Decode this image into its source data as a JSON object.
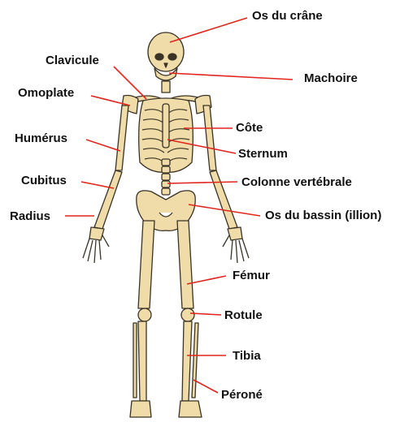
{
  "labels": {
    "skull": "Os du crâne",
    "clavicle": "Clavicule",
    "jaw": "Machoire",
    "scapula": "Omoplate",
    "rib": "Côte",
    "humerus": "Humérus",
    "sternum": "Sternum",
    "ulna": "Cubitus",
    "spine": "Colonne vertébrale",
    "radius": "Radius",
    "pelvis": "Os du bassin (illion)",
    "femur": "Fémur",
    "patella": "Rotule",
    "tibia": "Tibia",
    "fibula": "Péroné"
  },
  "colors": {
    "bone": "#efdca8",
    "bone_outline": "#3a3326",
    "leader_line": "#e0261f",
    "label_text": "#111111"
  }
}
